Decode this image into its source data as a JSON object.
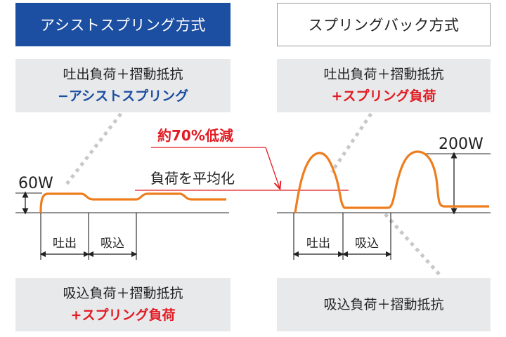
{
  "colors": {
    "blue": "#1c4ea1",
    "red": "#e21a22",
    "orange": "#ee7d1e",
    "box_gray": "#e8e9eb",
    "dot_gray": "#c8c8c8"
  },
  "left": {
    "header": "アシストスプリング方式",
    "top_box": {
      "line1": "吐出負荷＋摺動抵抗",
      "line2": "−アシストスプリング"
    },
    "bottom_box": {
      "line1": "吸込負荷＋摺動抵抗",
      "line2": "+スプリング負荷"
    },
    "power_label": "60W",
    "phase_discharge": "吐出",
    "phase_suction": "吸込"
  },
  "right": {
    "header": "スプリングバック方式",
    "top_box": {
      "line1": "吐出負荷＋摺動抵抗",
      "line2": "+スプリング負荷"
    },
    "bottom_box": {
      "line1": "吸込負荷＋摺動抵抗"
    },
    "power_label": "200W",
    "phase_discharge": "吐出",
    "phase_suction": "吸込"
  },
  "center": {
    "reduction": "約70%低減",
    "averaging": "負荷を平均化"
  }
}
